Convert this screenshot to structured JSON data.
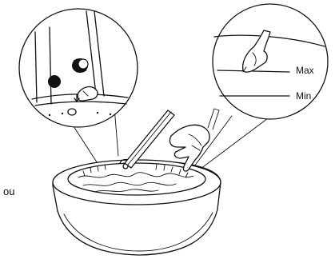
{
  "diagram": {
    "partial_text": "ou",
    "level_labels": {
      "max": "Max",
      "min": "Min"
    },
    "colors": {
      "line": "#111111",
      "background": "#ffffff"
    },
    "icons": [
      "drain-valve-icon",
      "hand-icon",
      "water-level-marker-icon"
    ]
  }
}
